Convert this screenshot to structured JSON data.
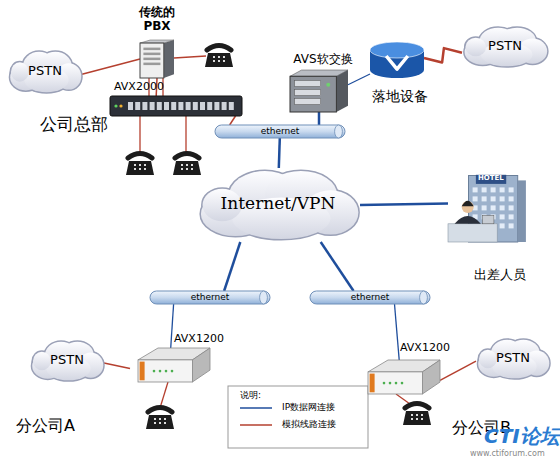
{
  "diagram": {
    "nodes": [
      {
        "text": [
          "PSTN"
        ]
      },
      {
        "text": [
          "传统的 PBX"
        ]
      },
      {
        "text": [
          "AVX2000"
        ]
      },
      {
        "text": [
          "AVS软交换"
        ]
      },
      {
        "text": [
          "落地设备"
        ]
      },
      {
        "text": [
          "PSTN"
        ]
      },
      {
        "text": [
          "ethernet"
        ]
      },
      {
        "text": [
          "Internet/VPN"
        ]
      },
      {
        "text": [
          "出差人员"
        ]
      },
      {
        "text": [
          "ethernet"
        ]
      },
      {
        "text": [
          "ethernet"
        ]
      },
      {
        "text": [
          "AVX1200"
        ]
      },
      {
        "text": [
          "AVX1200"
        ]
      },
      {
        "text": [
          "PSTN"
        ]
      },
      {
        "text": [
          "PSTN"
        ]
      }
    ],
    "edges": [
      {
        "from": 1,
        "to": 0,
        "arrow": "none"
      },
      {
        "from": 1,
        "to": 2,
        "arrow": "none"
      },
      {
        "from": 2,
        "to": 6,
        "arrow": "none"
      },
      {
        "from": 3,
        "to": 6,
        "arrow": "none"
      },
      {
        "from": 3,
        "to": 4,
        "arrow": "none"
      },
      {
        "from": 4,
        "to": 5,
        "arrow": "none"
      },
      {
        "from": 6,
        "to": 7,
        "arrow": "none"
      },
      {
        "from": 7,
        "to": 8,
        "arrow": "none"
      },
      {
        "from": 7,
        "to": 9,
        "arrow": "none"
      },
      {
        "from": 7,
        "to": 10,
        "arrow": "none"
      },
      {
        "from": 9,
        "to": 11,
        "arrow": "none"
      },
      {
        "from": 10,
        "to": 12,
        "arrow": "none"
      },
      {
        "from": 11,
        "to": 13,
        "arrow": "none"
      },
      {
        "from": 12,
        "to": 14,
        "arrow": "none"
      }
    ],
    "labels": [
      "公司总部",
      "分公司A",
      "分公司B",
      "说明:",
      "HOTEL",
      "CTI论坛",
      "www.ctiforum.com"
    ],
    "legend": [
      {
        "text": "IP数据网连接"
      },
      {
        "text": "模拟线路连接"
      }
    ]
  }
}
